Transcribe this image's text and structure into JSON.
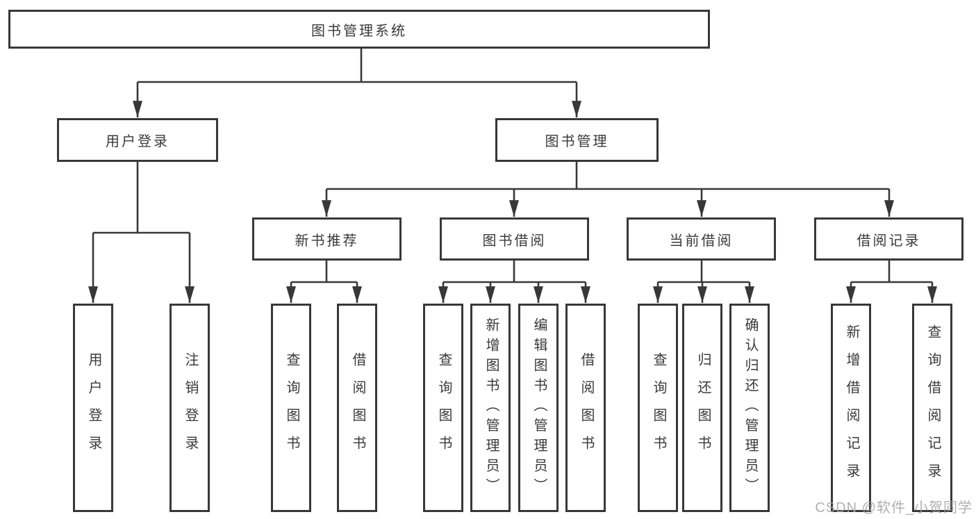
{
  "tree": {
    "label": "图书管理系统",
    "children": [
      {
        "label": "用户登录",
        "children": [
          {
            "label": "用户登录"
          },
          {
            "label": "注销登录"
          }
        ]
      },
      {
        "label": "图书管理",
        "children": [
          {
            "label": "新书推荐",
            "children": [
              {
                "label": "查询图书"
              },
              {
                "label": "借阅图书"
              }
            ]
          },
          {
            "label": "图书借阅",
            "children": [
              {
                "label": "查询图书"
              },
              {
                "label": "新增图书（管理员）"
              },
              {
                "label": "编辑图书（管理员）"
              },
              {
                "label": "借阅图书"
              }
            ]
          },
          {
            "label": "当前借阅",
            "children": [
              {
                "label": "查询图书"
              },
              {
                "label": "归还图书"
              },
              {
                "label": "确认归还（管理员）"
              }
            ]
          },
          {
            "label": "借阅记录",
            "children": [
              {
                "label": "新增借阅记录"
              },
              {
                "label": "查询借阅记录"
              }
            ]
          }
        ]
      }
    ]
  },
  "watermark": "CSDN @软件_小贺同学",
  "colors": {
    "line": "#383838",
    "text": "#3a3a3a",
    "watermark": "#a3a3a3",
    "background": "#ffffff"
  }
}
